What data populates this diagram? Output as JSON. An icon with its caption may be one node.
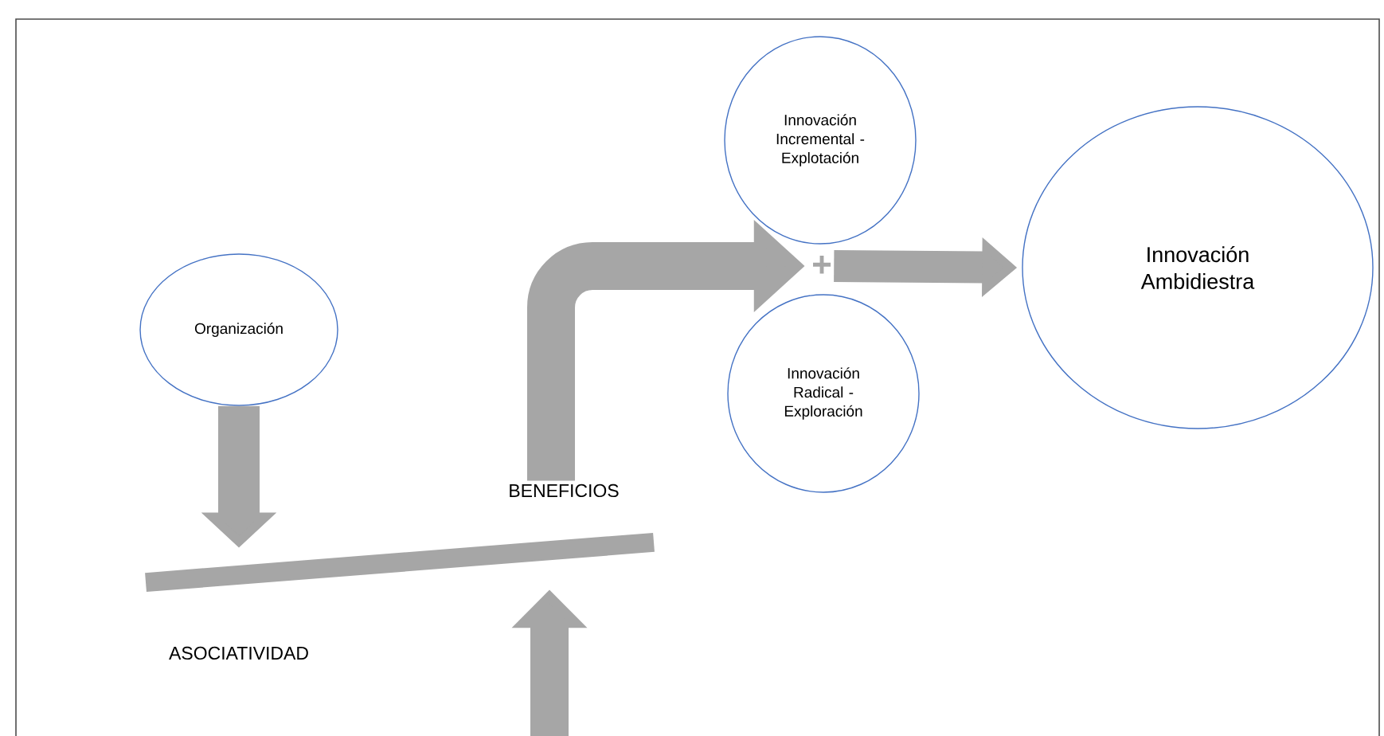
{
  "diagram": {
    "nodes": [
      {
        "text": [
          "Organización"
        ]
      },
      {
        "text": [
          "Innovación Incremental - Explotación"
        ]
      },
      {
        "text": [
          "Innovación Radical - Exploración"
        ]
      },
      {
        "text": [
          "Innovación Ambidiestra"
        ]
      },
      {
        "text": [],
        "shape": "bar"
      },
      {
        "text": [
          "BENEFICIOS"
        ]
      },
      {
        "text": [
          "+"
        ]
      }
    ],
    "edges": [
      {
        "from": 0,
        "to": 4,
        "arrow": "to"
      },
      {
        "from": null,
        "to": 4,
        "arrow": "to"
      },
      {
        "from": 5,
        "to": 6,
        "arrow": "to"
      },
      {
        "from": 6,
        "to": 3,
        "arrow": "to"
      }
    ],
    "labels": [
      "ASOCIATIVIDAD"
    ]
  }
}
